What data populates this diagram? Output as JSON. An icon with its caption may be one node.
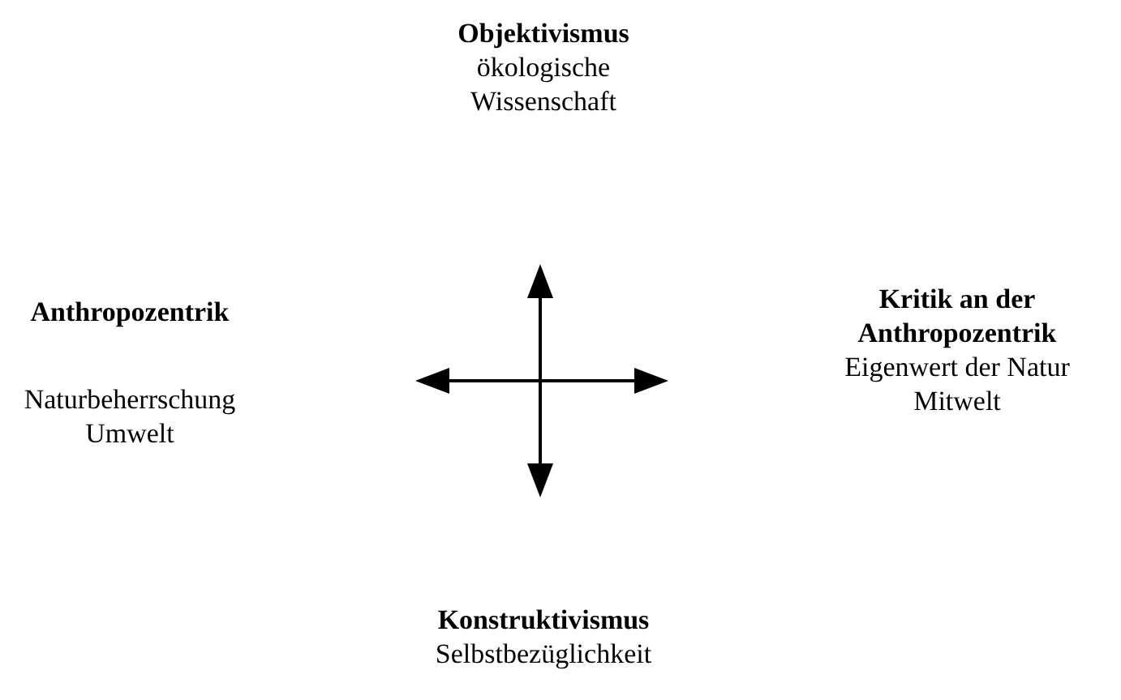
{
  "diagram": {
    "labels": [
      "Objektivismus",
      "ökologische Wissenschaft",
      "Anthropozentrik",
      "Naturbeherrschung Umwelt",
      "Kritik an der Anthropozentrik",
      "Eigenwert der Natur Mitwelt",
      "Konstruktivismus",
      "Selbstbezüglichkeit"
    ]
  }
}
